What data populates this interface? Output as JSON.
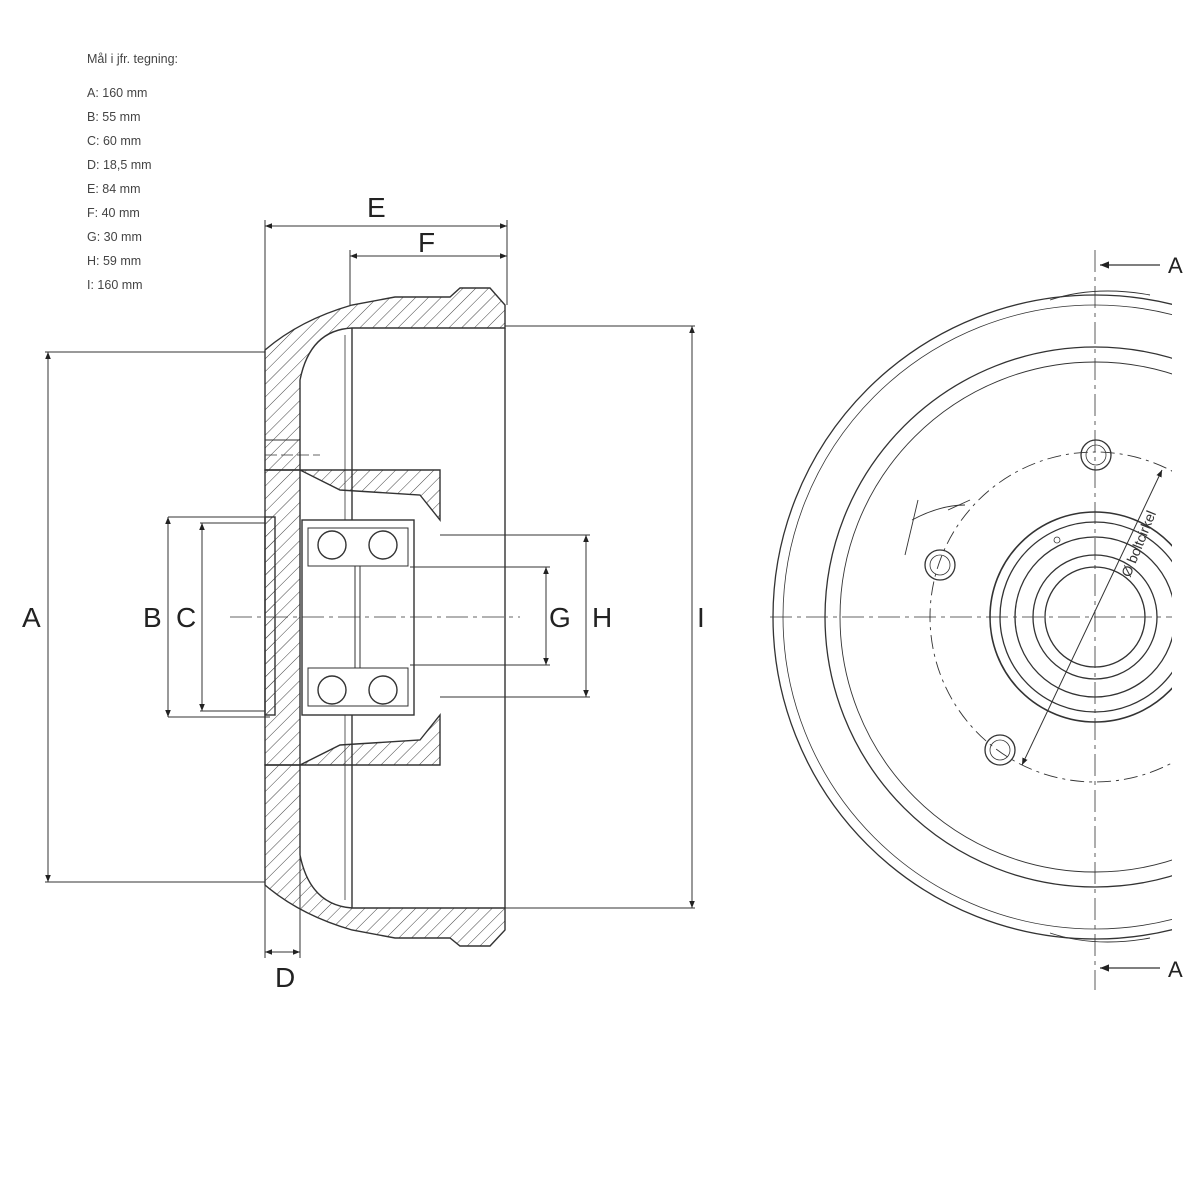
{
  "legend": {
    "title": "Mål i jfr. tegning:",
    "items": [
      "A: 160 mm",
      "B: 55 mm",
      "C: 60 mm",
      "D: 18,5 mm",
      "E: 84 mm",
      "F: 40 mm",
      "G: 30 mm",
      "H: 59 mm",
      "I: 160 mm"
    ]
  },
  "labels": {
    "A": "A",
    "B": "B",
    "C": "C",
    "D": "D",
    "E": "E",
    "F": "F",
    "G": "G",
    "H": "H",
    "I": "I",
    "section_top": "A",
    "section_bottom": "A",
    "bolt_circle": "Ø boltcirkel"
  }
}
